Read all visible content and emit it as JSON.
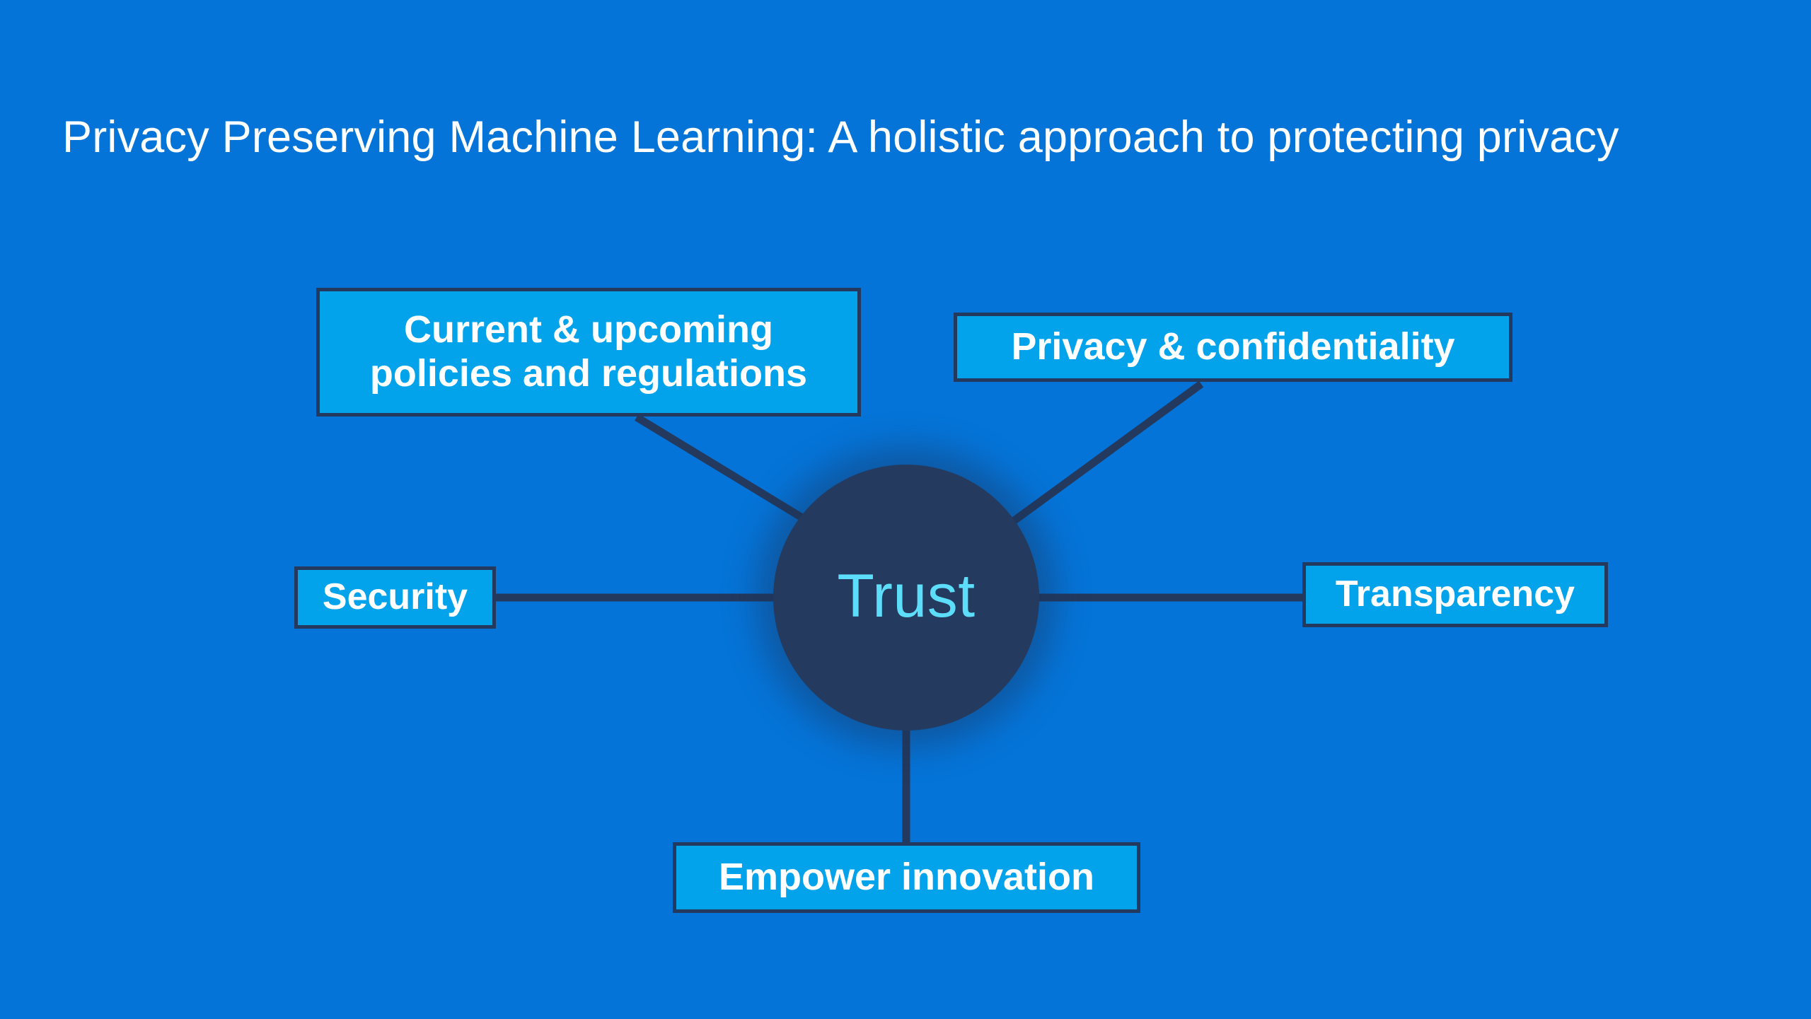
{
  "slide": {
    "title": "Privacy Preserving Machine Learning: A holistic approach to protecting privacy",
    "background_color": "#0574d8"
  },
  "diagram": {
    "type": "hub-and-spoke",
    "hub": {
      "label": "Trust",
      "fill_color": "#243a5e",
      "text_color": "#5cddf9"
    },
    "node_style": {
      "fill_color": "#03a3ec",
      "border_color": "#23395e",
      "text_color": "#ffffff"
    },
    "connector_color": "#23395e",
    "nodes": [
      {
        "id": "policies",
        "label": "Current & upcoming policies and regulations",
        "position": "top-left"
      },
      {
        "id": "privacy",
        "label": "Privacy & confidentiality",
        "position": "top-right"
      },
      {
        "id": "security",
        "label": "Security",
        "position": "left"
      },
      {
        "id": "transparency",
        "label": "Transparency",
        "position": "right"
      },
      {
        "id": "empower",
        "label": "Empower innovation",
        "position": "bottom"
      }
    ]
  }
}
